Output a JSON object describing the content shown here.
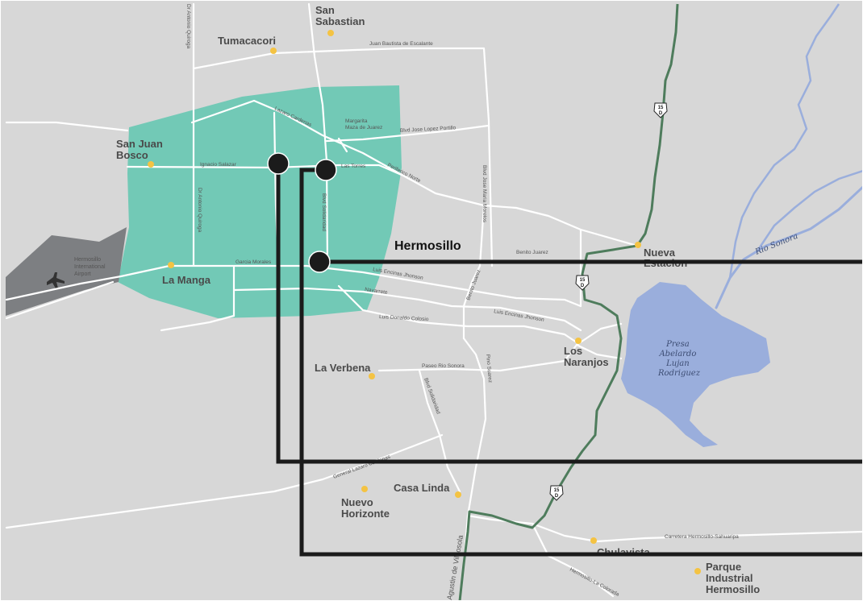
{
  "map": {
    "city": "Hermosillo",
    "places": {
      "san_sebastian": [
        "San",
        "Sabastian"
      ],
      "tumacacori": "Tumacacori",
      "san_juan_bosco": [
        "San Juan",
        "Bosco"
      ],
      "la_manga": "La Manga",
      "nueva_estacion": [
        "Nueva",
        "Estacion"
      ],
      "los_naranjos": [
        "Los",
        "Naranjos"
      ],
      "la_verbena": "La Verbena",
      "casa_linda": "Casa Linda",
      "nuevo_horizonte": [
        "Nuevo",
        "Horizonte"
      ],
      "chulavista": "Chulavista",
      "parque_industrial": [
        "Parque",
        "Industrial",
        "Hermosillo"
      ]
    },
    "roads": {
      "juan_bautista": "Juan Bautista de Escalante",
      "antonio_quiroga_top": "Dr Antonio Quiroga",
      "antonio_quiroga_mid": "Dr Antonio Quiroga",
      "lazaro_cardenas": "Lazaro Cardenas",
      "margarita": [
        "Margarita",
        "Maza de Juarez"
      ],
      "lopez_portillo": "Blvd Jose Lopez Portillo",
      "ignacio_salazar": "Ignacio Salazar",
      "las_torres": "Las Torres",
      "periferico_norte": "Periferico Norte",
      "jose_maria_morelos": "Blvd Jose Maria Morelos",
      "solidaridad_top": "Blvd Solidaridad",
      "benito_juarez_h": "Benito Juarez",
      "benito_juarez_v": "Benito Juarez",
      "garcia_morales": "Garcia Morales",
      "encinas_1": "Luis Encinas Jhonson",
      "encinas_2": "Luis Encinas Jhonson",
      "navarrete": "Navarrete",
      "donaldo_colosio": "Luis Donaldo Colosio",
      "paseo_rio_sonora": "Paseo Rio Sonora",
      "pino_suarez": "Pino Suarez",
      "solidaridad_bottom": "Blvd Solidaridad",
      "general_lazaro": "General Lazaro Cardenas",
      "carretera": "Carretera Hermosillo-Sahuaripa",
      "hermosillo_la_colorada": "Hermosillo-La Colorada",
      "agustin": "Agustin de Vildosola"
    },
    "water": {
      "river": "Rio Sonora",
      "dam": [
        "Presa",
        "Abelardo",
        "Lujan",
        "Rodriguez"
      ]
    },
    "airport": [
      "Hermosillo",
      "International",
      "Airport"
    ],
    "highway_shield": [
      "15",
      "D"
    ],
    "colors": {
      "background": "#d7d7d7",
      "zone": "#72c9b6",
      "water": "#9aaedc",
      "highway": "#4e7c5c",
      "road": "#ffffff",
      "marker": "#f4c343",
      "callout": "#1b1b1b",
      "airport": "#7d7f82"
    },
    "icons": [
      "airplane-icon",
      "highway-shield-icon",
      "place-marker-icon",
      "callout-pin-icon"
    ]
  }
}
